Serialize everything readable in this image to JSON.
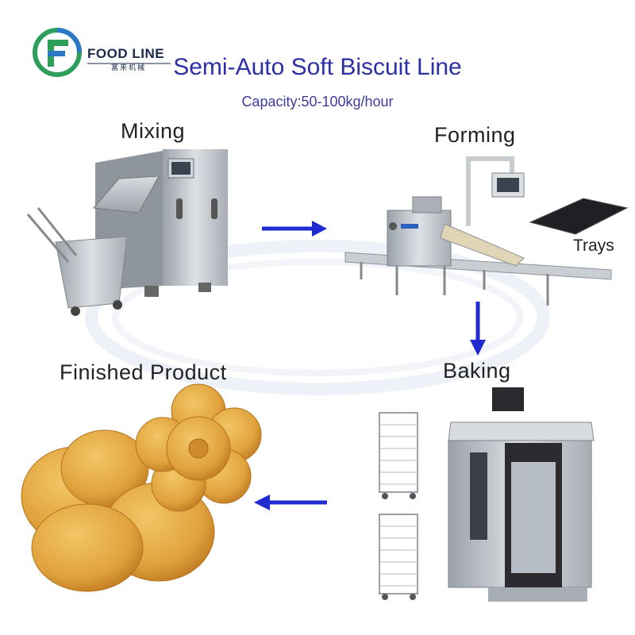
{
  "brand": {
    "name": "FOOD LINE",
    "subtitle": "富来机械"
  },
  "title": "Semi-Auto Soft Biscuit Line",
  "subtitle": "Capacity:50-100kg/hour",
  "stages": {
    "mixing": "Mixing",
    "forming": "Forming",
    "baking": "Baking",
    "finished": "Finished Product"
  },
  "trays_label": "Trays",
  "colors": {
    "title": "#2c2fa6",
    "arrow": "#1f2bd0",
    "steel": "#b9bfc6",
    "biscuit": "#e3a53f"
  }
}
